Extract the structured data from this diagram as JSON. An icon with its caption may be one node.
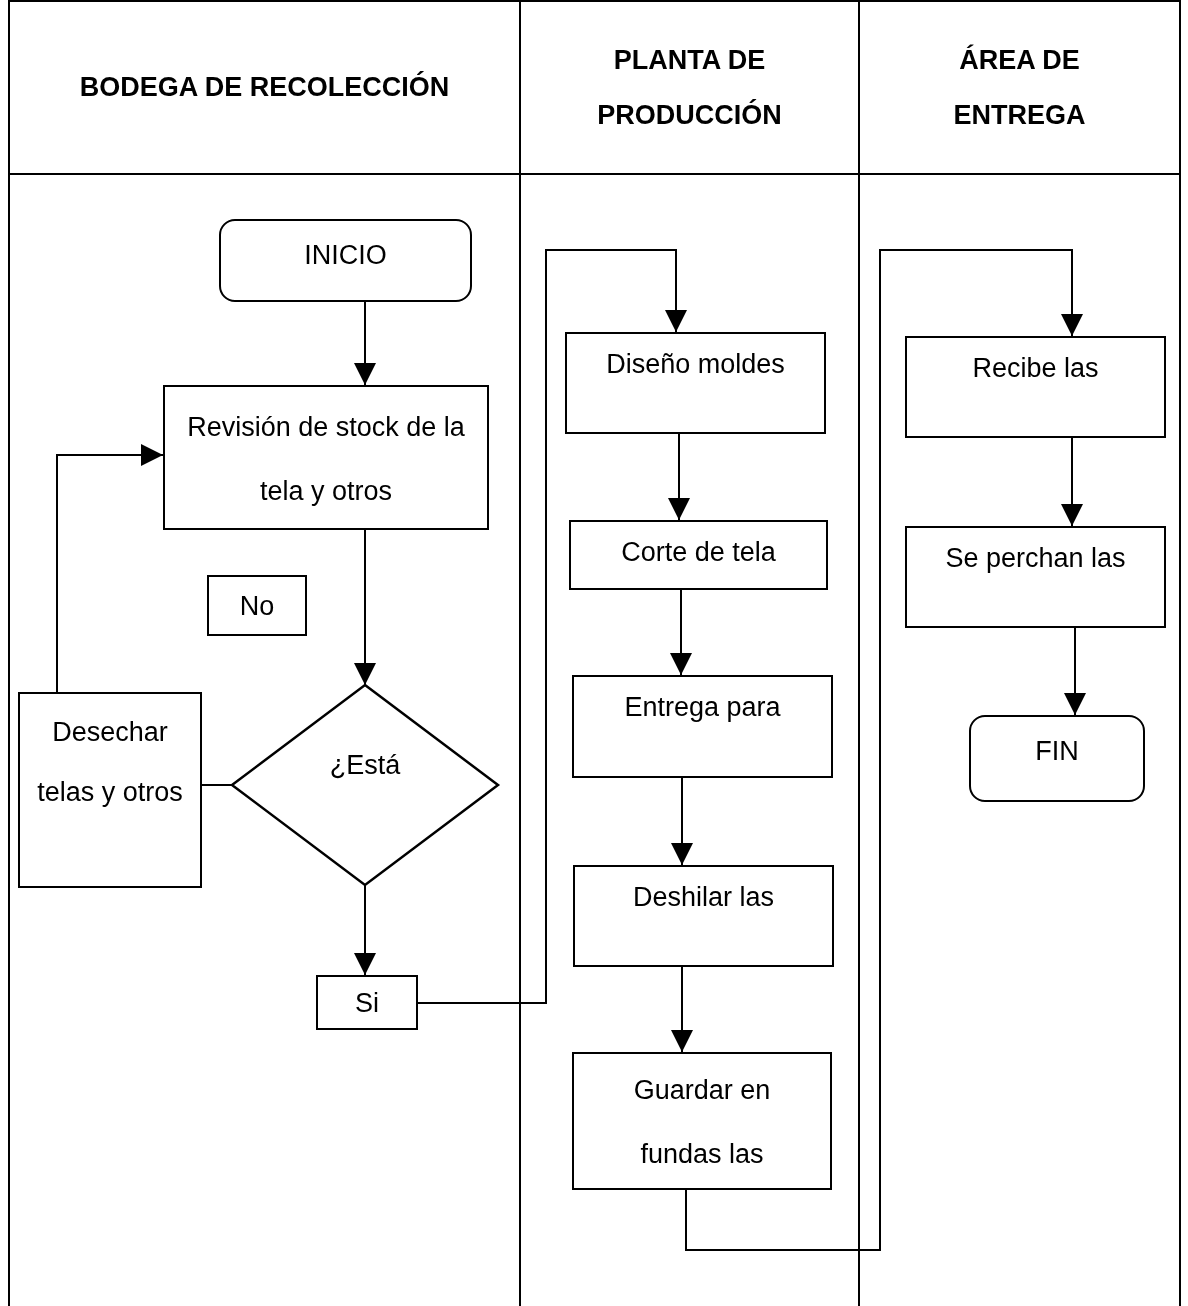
{
  "diagram": {
    "nodes": [
      {
        "text": [
          "BODEGA DE RECOLECCIÓN"
        ]
      },
      {
        "text": [
          "PLANTA DE PRODUCCIÓN"
        ]
      },
      {
        "text": [
          "ÁREA DE ENTREGA"
        ]
      },
      {
        "text": [
          "INICIO"
        ],
        "in": 0
      },
      {
        "text": [
          "Revisión de stock de la tela y otros"
        ],
        "in": 0
      },
      {
        "text": [
          "No"
        ],
        "in": 0
      },
      {
        "text": [
          "Desechar telas y otros"
        ],
        "in": 0
      },
      {
        "text": [
          "¿Está"
        ],
        "in": 0
      },
      {
        "text": [
          "Si"
        ],
        "in": 0
      },
      {
        "text": [
          "Diseño moldes"
        ],
        "in": 1
      },
      {
        "text": [
          "Corte de tela"
        ],
        "in": 1
      },
      {
        "text": [
          "Entrega para"
        ],
        "in": 1
      },
      {
        "text": [
          "Deshilar las"
        ],
        "in": 1
      },
      {
        "text": [
          "Guardar en fundas las"
        ],
        "in": 1
      },
      {
        "text": [
          "Recibe las"
        ],
        "in": 2
      },
      {
        "text": [
          "Se perchan las"
        ],
        "in": 2
      },
      {
        "text": [
          "FIN"
        ],
        "in": 2
      }
    ],
    "edges": [
      {
        "from": 3,
        "to": 4,
        "arrow": "to"
      },
      {
        "from": 4,
        "to": 7,
        "arrow": "to"
      },
      {
        "from": 7,
        "to": 6,
        "arrow": "none"
      },
      {
        "from": 6,
        "to": 4,
        "arrow": "to"
      },
      {
        "from": 7,
        "to": 8,
        "arrow": "to"
      },
      {
        "from": 8,
        "to": 9,
        "arrow": "to"
      },
      {
        "from": 9,
        "to": 10,
        "arrow": "to"
      },
      {
        "from": 10,
        "to": 11,
        "arrow": "to"
      },
      {
        "from": 11,
        "to": 12,
        "arrow": "to"
      },
      {
        "from": 12,
        "to": 13,
        "arrow": "to"
      },
      {
        "from": 13,
        "to": 14,
        "arrow": "to"
      },
      {
        "from": 14,
        "to": 15,
        "arrow": "to"
      },
      {
        "from": 15,
        "to": 16,
        "arrow": "to"
      }
    ]
  }
}
